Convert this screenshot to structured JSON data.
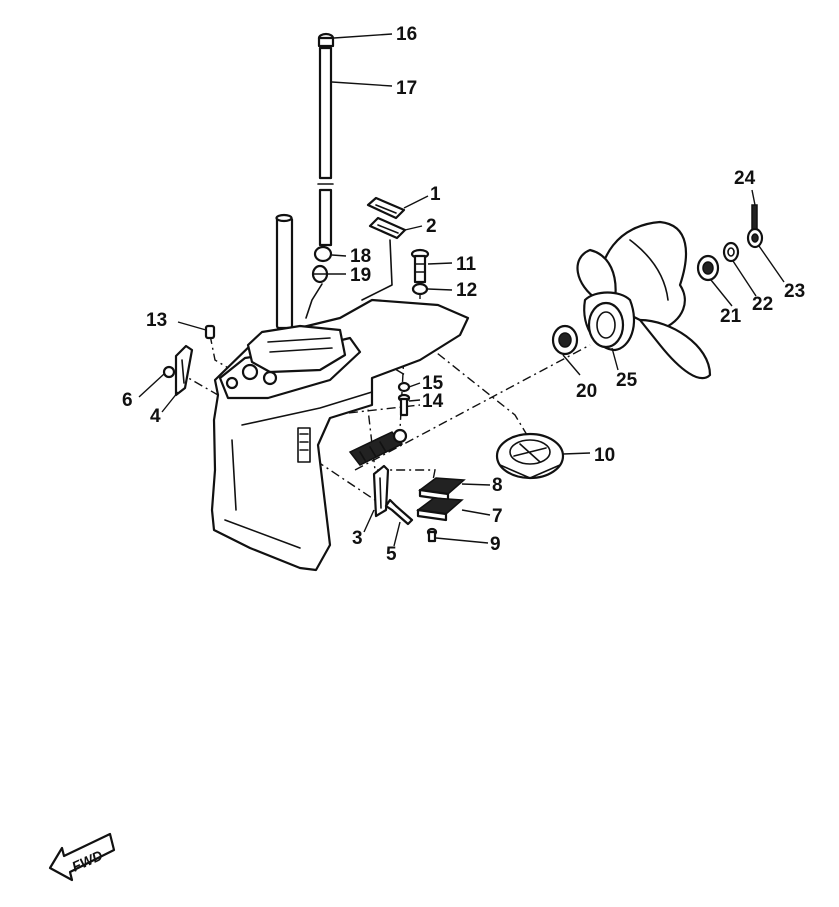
{
  "callouts": {
    "c1": "1",
    "c2": "2",
    "c3": "3",
    "c4": "4",
    "c5": "5",
    "c6": "6",
    "c7": "7",
    "c8": "8",
    "c9": "9",
    "c10": "10",
    "c11": "11",
    "c12": "12",
    "c13": "13",
    "c14": "14",
    "c15": "15",
    "c16": "16",
    "c17": "17",
    "c18": "18",
    "c19": "19",
    "c20": "20",
    "c21": "21",
    "c22": "22",
    "c23": "23",
    "c24": "24",
    "c25": "25"
  },
  "direction": {
    "label": "FWD"
  }
}
